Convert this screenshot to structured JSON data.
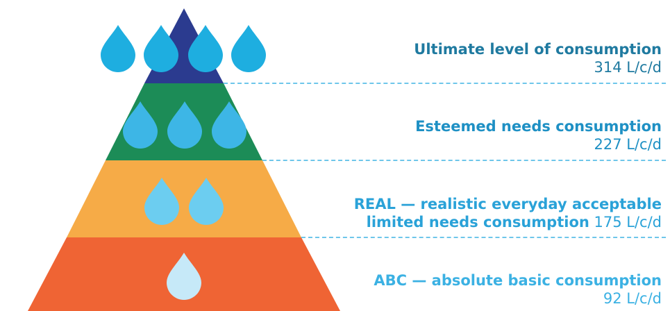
{
  "levels": [
    {
      "title": "Ultimate level of consumption",
      "value": "314 L/c/d",
      "band_color": "#2b3b8f",
      "drop_color": "#1eaee0",
      "drops": 4,
      "text_color": "#1f7aa0"
    },
    {
      "title": "Esteemed needs consumption",
      "value": "227 L/c/d",
      "band_color": "#1c8c57",
      "drop_color": "#3db6e6",
      "drops": 3,
      "text_color": "#1e90c4"
    },
    {
      "title_line1": "REAL — realistic everyday acceptable",
      "title_line2": "limited needs consumption",
      "value": "175 L/c/d",
      "band_color": "#f6ab47",
      "drop_color": "#6ccdf0",
      "drops": 2,
      "text_color": "#2aa2d8"
    },
    {
      "title": "ABC — absolute basic consumption",
      "value": "92 L/c/d",
      "band_color": "#ef6434",
      "drop_color": "#c6e9f8",
      "drops": 1,
      "text_color": "#3bb1e3"
    }
  ],
  "divider_color": "#6ec6ea"
}
